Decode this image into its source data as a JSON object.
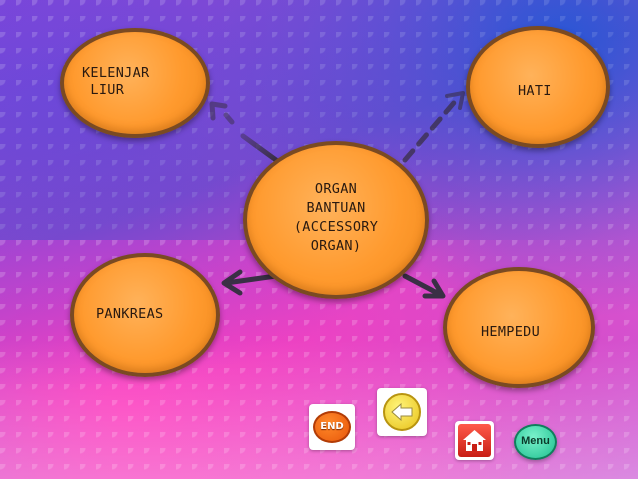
{
  "diagram": {
    "center_node": {
      "lines": [
        "ORGAN",
        "BANTUAN",
        "(ACCESSORY",
        "ORGAN)"
      ]
    },
    "nodes": {
      "kelenjar_liur": "KELENJAR\n LIUR",
      "hati": "HATI",
      "pankreas": "PANKREAS",
      "hempedu": "HEMPEDU"
    },
    "edges": [
      {
        "from": "center",
        "to": "kelenjar_liur",
        "style": "solid-fading"
      },
      {
        "from": "center",
        "to": "hati",
        "style": "dashed"
      },
      {
        "from": "center",
        "to": "pankreas",
        "style": "solid"
      },
      {
        "from": "center",
        "to": "hempedu",
        "style": "solid"
      }
    ]
  },
  "navigation": {
    "end_button": "END",
    "back_icon": "left-arrow-icon",
    "home_icon": "house-icon",
    "menu_button": "Menu"
  },
  "colors": {
    "node_fill": "#ff9a2e",
    "node_border": "#7a4a22",
    "arrow": "#4a3a55"
  }
}
